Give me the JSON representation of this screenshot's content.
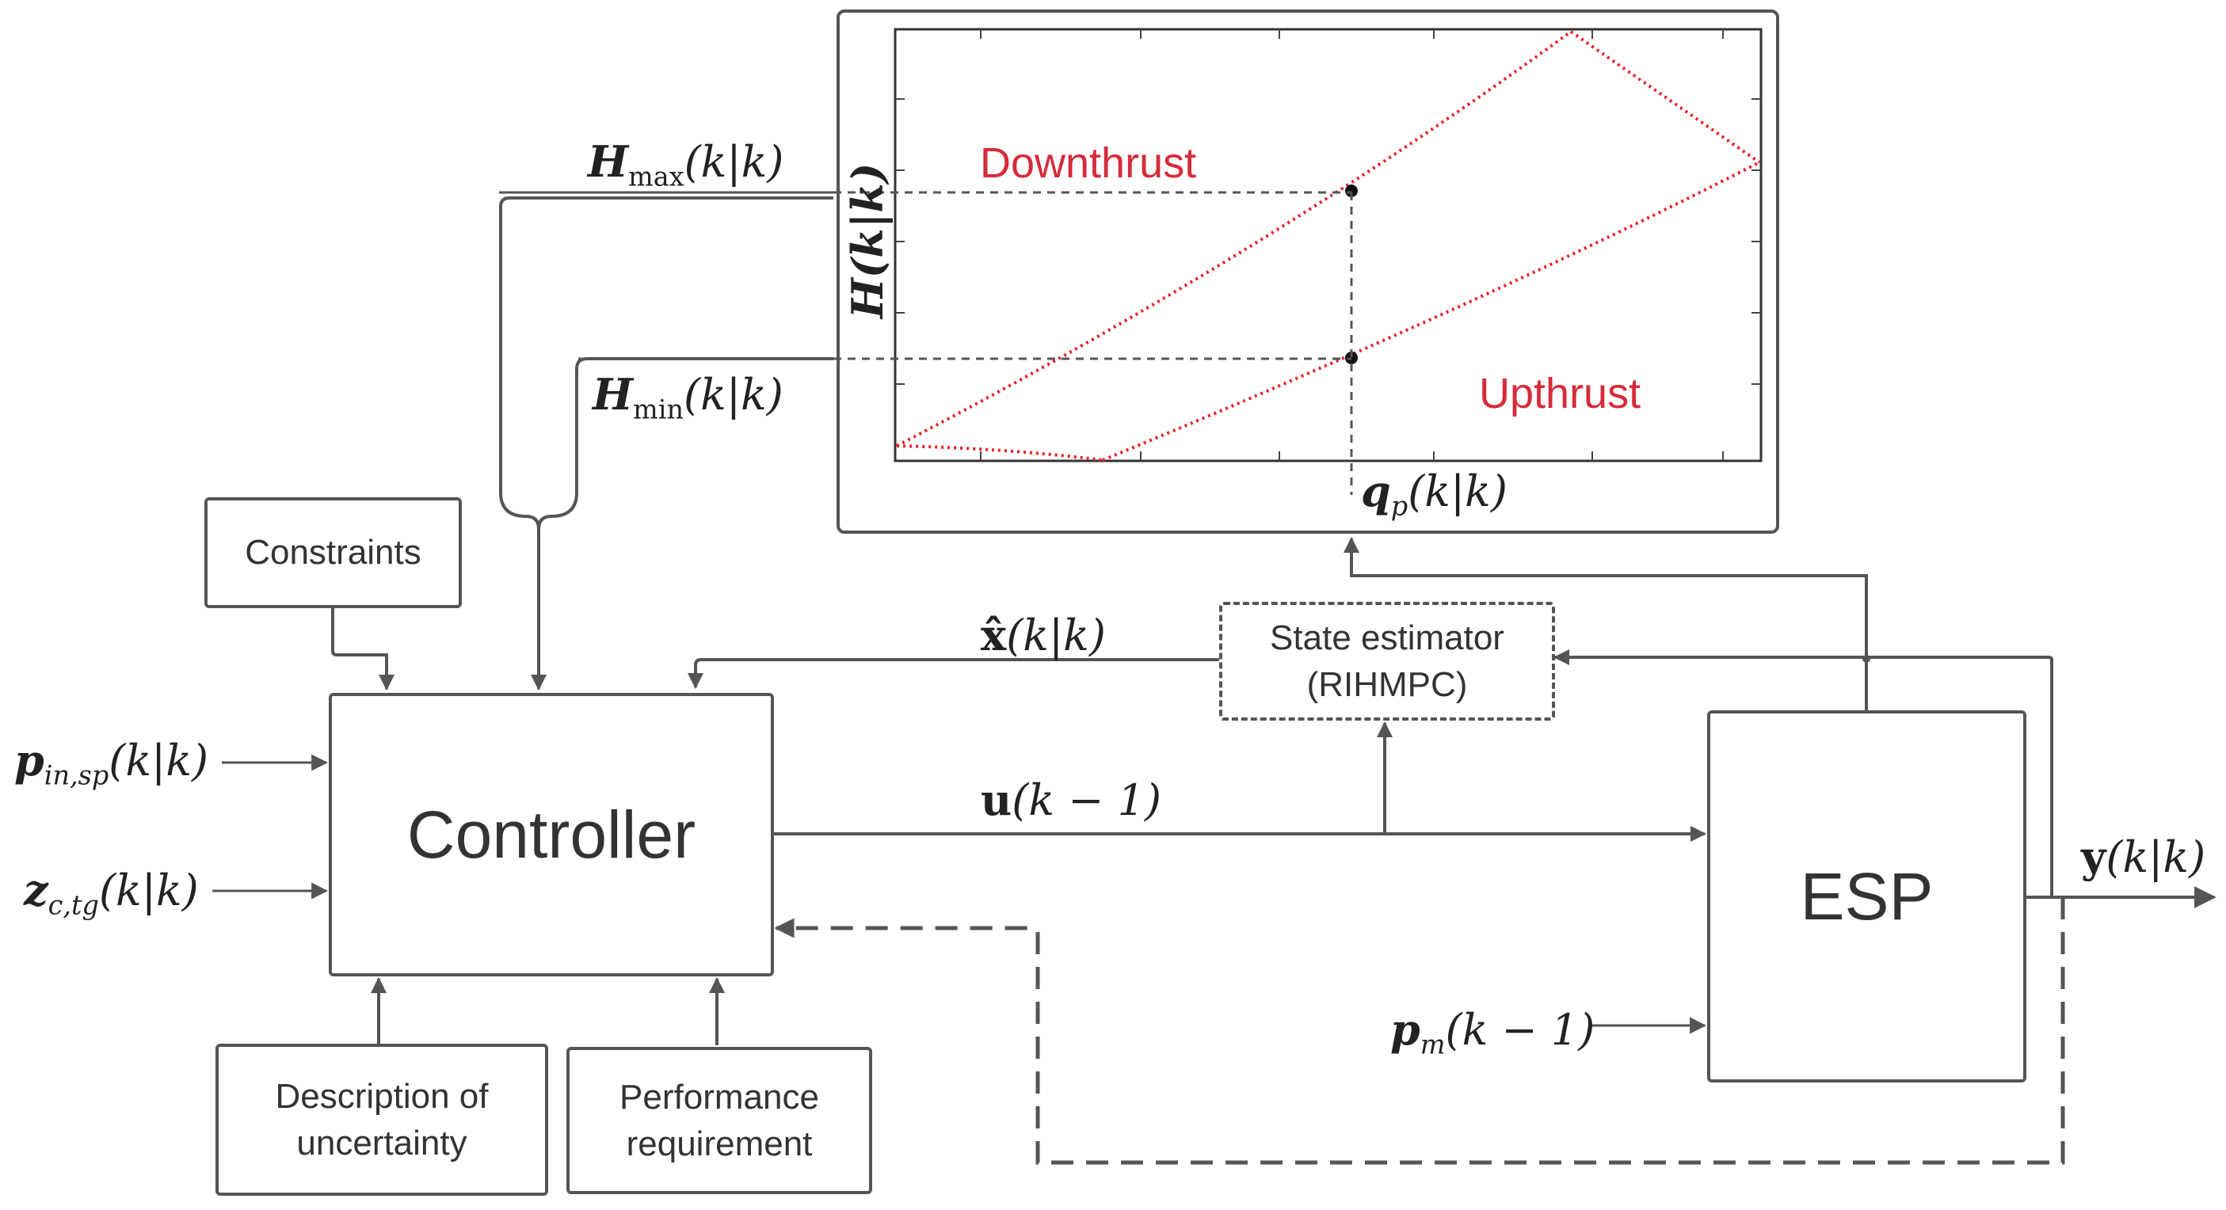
{
  "blocks": {
    "constraints": "Constraints",
    "controller": "Controller",
    "esp": "ESP",
    "estimator_line1": "State estimator",
    "estimator_line2": "(RIHMPC)",
    "uncertainty_line1": "Description of",
    "uncertainty_line2": "uncertainty",
    "performance_line1": "Performance",
    "performance_line2": "requirement"
  },
  "signals": {
    "h_max": {
      "sym": "H",
      "sub": "max",
      "arg": "(k|k)"
    },
    "h_min": {
      "sym": "H",
      "sub": "min",
      "arg": "(k|k)"
    },
    "x_hat": {
      "sym": "x̂",
      "arg": "(k|k)"
    },
    "u": {
      "sym": "u",
      "arg": "(k − 1)"
    },
    "y": {
      "sym": "y",
      "arg": "(k|k)"
    },
    "p_in_sp": {
      "sym": "p",
      "sub": "in,sp",
      "arg": "(k|k)"
    },
    "z_c_tg": {
      "sym": "z",
      "sub": "c,tg",
      "arg": "(k|k)"
    },
    "p_m": {
      "sym": "p",
      "sub": "m",
      "arg": "(k − 1)"
    },
    "q_p": {
      "sym": "q",
      "sub": "p",
      "arg": "(k|k)"
    }
  },
  "chart": {
    "ylabel": "H(k|k)",
    "region_down": "Downthrust",
    "region_up": "Upthrust"
  },
  "colors": {
    "line": "#555555",
    "curve": "#e8232b",
    "region_text": "#d62b3a"
  }
}
